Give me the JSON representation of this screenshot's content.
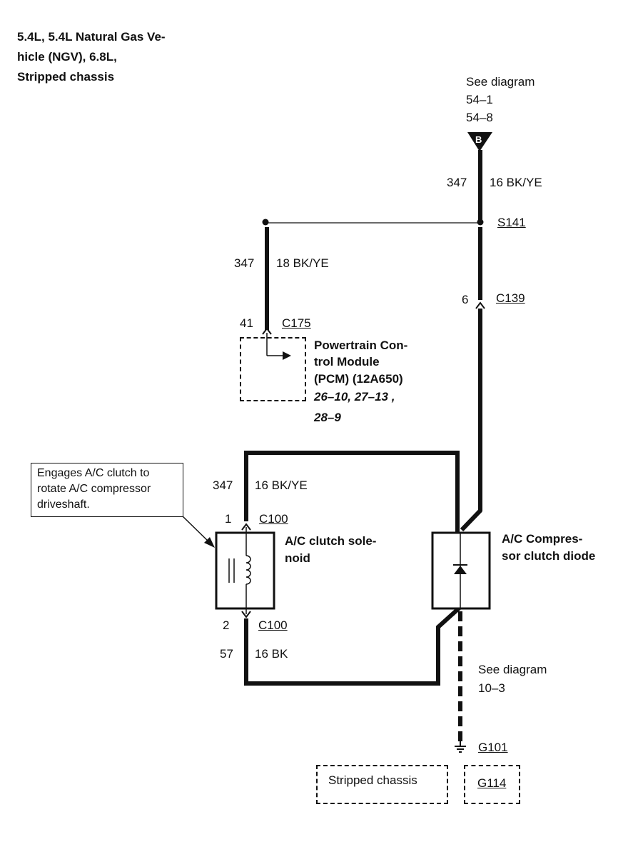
{
  "header": {
    "lines": [
      "5.4L, 5.4L Natural Gas Ve-",
      "hicle (NGV), 6.8L,",
      "Stripped chassis"
    ]
  },
  "ref_top": {
    "lines": [
      "See diagram",
      "54–1",
      "54–8"
    ],
    "connector_letter": "B"
  },
  "wires": {
    "top": {
      "circuit": "347",
      "spec": "16 BK/YE"
    },
    "pcm": {
      "circuit": "347",
      "spec": "18 BK/YE"
    },
    "loop": {
      "circuit": "347",
      "spec": "16 BK/YE"
    },
    "ground": {
      "circuit": "57",
      "spec": "16 BK"
    }
  },
  "splice": {
    "id": "S141"
  },
  "connectors": {
    "c139": {
      "pin": "6",
      "id": "C139"
    },
    "c175": {
      "pin": "41",
      "id": "C175"
    },
    "c100_top": {
      "pin": "1",
      "id": "C100"
    },
    "c100_bottom": {
      "pin": "2",
      "id": "C100"
    }
  },
  "pcm": {
    "lines": [
      "Powertrain Con-",
      "trol Module",
      "(PCM) (12A650)"
    ],
    "refs": [
      "26–10, 27–13 ,",
      "28–9"
    ]
  },
  "callout": {
    "lines": [
      "Engages A/C clutch to",
      "rotate A/C compressor",
      "driveshaft."
    ]
  },
  "solenoid": {
    "lines": [
      "A/C clutch sole-",
      "noid"
    ]
  },
  "diode": {
    "lines": [
      "A/C Compres-",
      "sor clutch diode"
    ]
  },
  "ref_bottom": {
    "lines": [
      "See diagram",
      "10–3"
    ]
  },
  "ground": {
    "id": "G101"
  },
  "variants": {
    "stripped_label": "Stripped chassis",
    "alt_ground": "G114"
  }
}
